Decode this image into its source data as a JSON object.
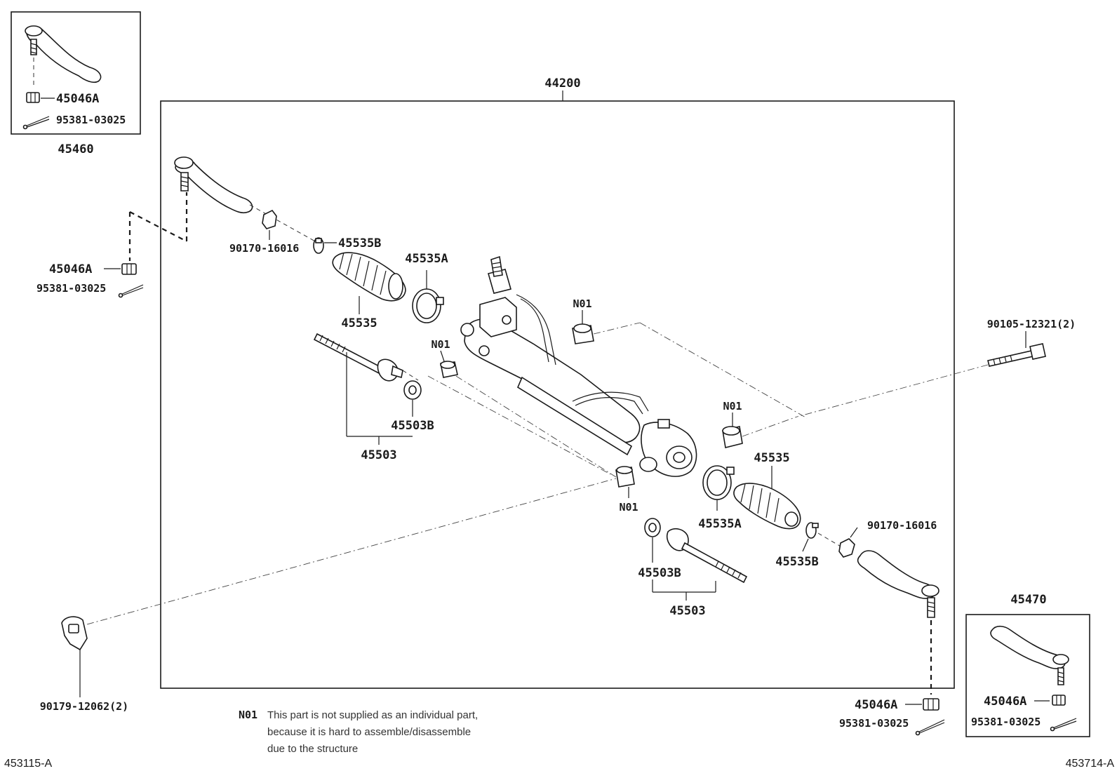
{
  "labels": {
    "assy": "44200",
    "kit_left": "45460",
    "kit_left_nut": "45046A",
    "kit_left_pin": "95381-03025",
    "kit_right": "45470",
    "kit_right_nut": "45046A",
    "kit_right_pin": "95381-03025",
    "left_jam_nut": "90170-16016",
    "left_clamp_b": "45535B",
    "left_clamp_a": "45535A",
    "left_boot": "45535",
    "left_ball_nut": "45046A",
    "left_cotter": "95381-03025",
    "n01_upper": "N01",
    "n01_mid": "N01",
    "n01_right": "N01",
    "n01_lower": "N01",
    "left_washer": "45503B",
    "left_rack_end": "45503",
    "mount_bolt": "90105-12321(2)",
    "right_boot": "45535",
    "right_clamp_a": "45535A",
    "right_jam_nut": "90170-16016",
    "right_clamp_b": "45535B",
    "right_washer": "45503B",
    "right_rack_end": "45503",
    "right_ball_nut": "45046A",
    "right_cotter": "95381-03025",
    "bracket_bolt": "90179-12062(2)"
  },
  "note": {
    "key": "N01",
    "line1": "This part is not supplied as an individual part,",
    "line2": "because it is hard to assemble/disassemble",
    "line3": "due to the structure"
  },
  "refs": {
    "left": "453115-A",
    "right": "453714-A"
  }
}
